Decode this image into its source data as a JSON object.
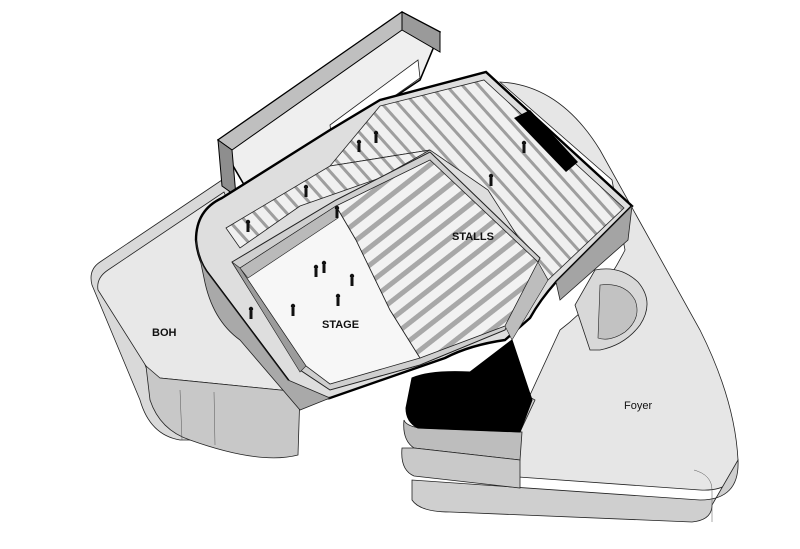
{
  "labels": {
    "boh": "BOH",
    "stage": "STAGE",
    "stalls": "STALLS",
    "foyer": "Foyer"
  },
  "colors": {
    "background": "#ffffff",
    "floor": "#e6e6e6",
    "wall_light": "#d2d2d2",
    "wall_dark": "#9a9a9a",
    "seat_stripe": "#a8a8a8",
    "outline": "#000000",
    "solid_black": "#000000"
  }
}
